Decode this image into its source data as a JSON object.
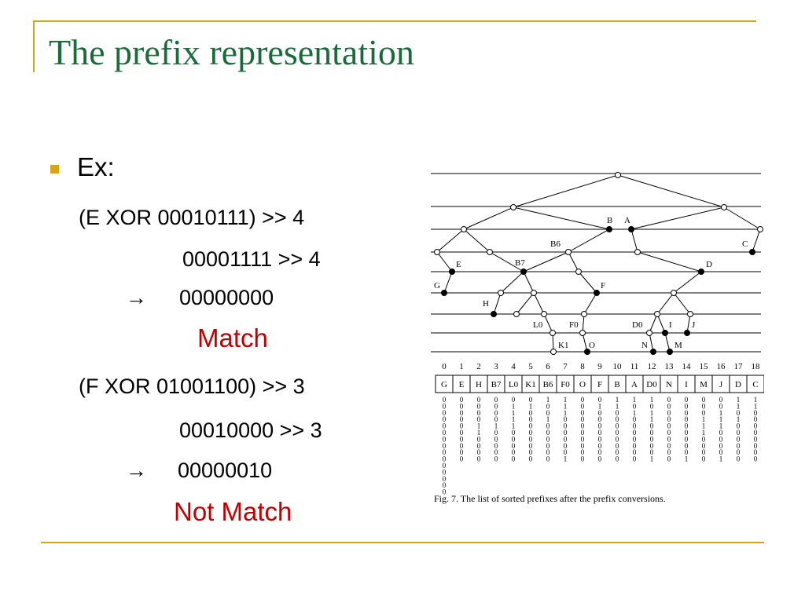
{
  "slide": {
    "title": "The prefix representation",
    "bullet": "Ex:",
    "example1": {
      "expr": "(E XOR 00010111) >> 4",
      "shift": "00001111  >> 4",
      "arrow": "→",
      "result": "00000000",
      "verdict": "Match"
    },
    "example2": {
      "expr": "(F XOR 01001100) >> 3",
      "shift": "00010000  >> 3",
      "arrow": "→",
      "result": "00000010",
      "verdict": "Not Match"
    }
  },
  "colors": {
    "title": "#1a6b3a",
    "accent": "#d9a21b",
    "bullet": "#d9a21b",
    "verdict": "#c00000"
  },
  "figure": {
    "caption": "Fig. 7.  The list of sorted prefixes after the prefix conversions.",
    "indices": [
      "0",
      "1",
      "2",
      "3",
      "4",
      "5",
      "6",
      "7",
      "8",
      "9",
      "10",
      "11",
      "12",
      "13",
      "14",
      "15",
      "16",
      "17",
      "18"
    ],
    "cells": [
      "G",
      "E",
      "H",
      "B7",
      "L0",
      "K1",
      "B6",
      "F0",
      "O",
      "F",
      "B",
      "A",
      "D0",
      "N",
      "I",
      "M",
      "J",
      "D",
      "C"
    ],
    "bits": [
      [
        "0",
        "0",
        "0",
        "0",
        "0",
        "0",
        "0",
        "0",
        "0",
        "0",
        "0",
        "0",
        "0",
        "0",
        "0"
      ],
      [
        "0",
        "0",
        "0",
        "0",
        "0",
        "0",
        "0",
        "0",
        "0",
        "0"
      ],
      [
        "0",
        "0",
        "0",
        "0",
        "1",
        "1",
        "0",
        "0",
        "0",
        "0"
      ],
      [
        "0",
        "0",
        "0",
        "0",
        "1",
        "0",
        "0",
        "0",
        "0",
        "0"
      ],
      [
        "0",
        "1",
        "1",
        "1",
        "1",
        "0",
        "0",
        "0",
        "0",
        "0"
      ],
      [
        "0",
        "1",
        "0",
        "0",
        "0",
        "0",
        "0",
        "0",
        "0",
        "0"
      ],
      [
        "1",
        "0",
        "0",
        "1",
        "0",
        "0",
        "0",
        "0",
        "0",
        "0"
      ],
      [
        "1",
        "1",
        "1",
        "0",
        "0",
        "0",
        "0",
        "0",
        "0",
        "1"
      ],
      [
        "0",
        "0",
        "0",
        "0",
        "0",
        "0",
        "0",
        "0",
        "0",
        "0"
      ],
      [
        "0",
        "1",
        "0",
        "0",
        "0",
        "0",
        "0",
        "0",
        "0",
        "0"
      ],
      [
        "1",
        "1",
        "0",
        "0",
        "0",
        "0",
        "0",
        "0",
        "0",
        "0"
      ],
      [
        "1",
        "0",
        "1",
        "0",
        "0",
        "0",
        "0",
        "0",
        "0",
        "0"
      ],
      [
        "1",
        "0",
        "1",
        "1",
        "0",
        "0",
        "0",
        "0",
        "0",
        "1"
      ],
      [
        "0",
        "0",
        "0",
        "0",
        "0",
        "0",
        "0",
        "0",
        "0",
        "0"
      ],
      [
        "0",
        "0",
        "0",
        "0",
        "0",
        "0",
        "0",
        "0",
        "0",
        "1"
      ],
      [
        "0",
        "0",
        "0",
        "1",
        "1",
        "1",
        "0",
        "0",
        "0",
        "0"
      ],
      [
        "0",
        "0",
        "1",
        "1",
        "1",
        "0",
        "0",
        "0",
        "0",
        "1"
      ],
      [
        "1",
        "1",
        "0",
        "1",
        "0",
        "0",
        "0",
        "0",
        "0",
        "0"
      ],
      [
        "1",
        "1",
        "0",
        "0",
        "0",
        "0",
        "0",
        "0",
        "0",
        "0"
      ]
    ],
    "tree_labels": {
      "B": "B",
      "A": "A",
      "C": "C",
      "B6": "B6",
      "E": "E",
      "B7": "B7",
      "D": "D",
      "G": "G",
      "F": "F",
      "H": "H",
      "L0": "L0",
      "F0": "F0",
      "D0": "D0",
      "I": "I",
      "J": "J",
      "K1": "K1",
      "O": "O",
      "N": "N",
      "M": "M"
    }
  }
}
